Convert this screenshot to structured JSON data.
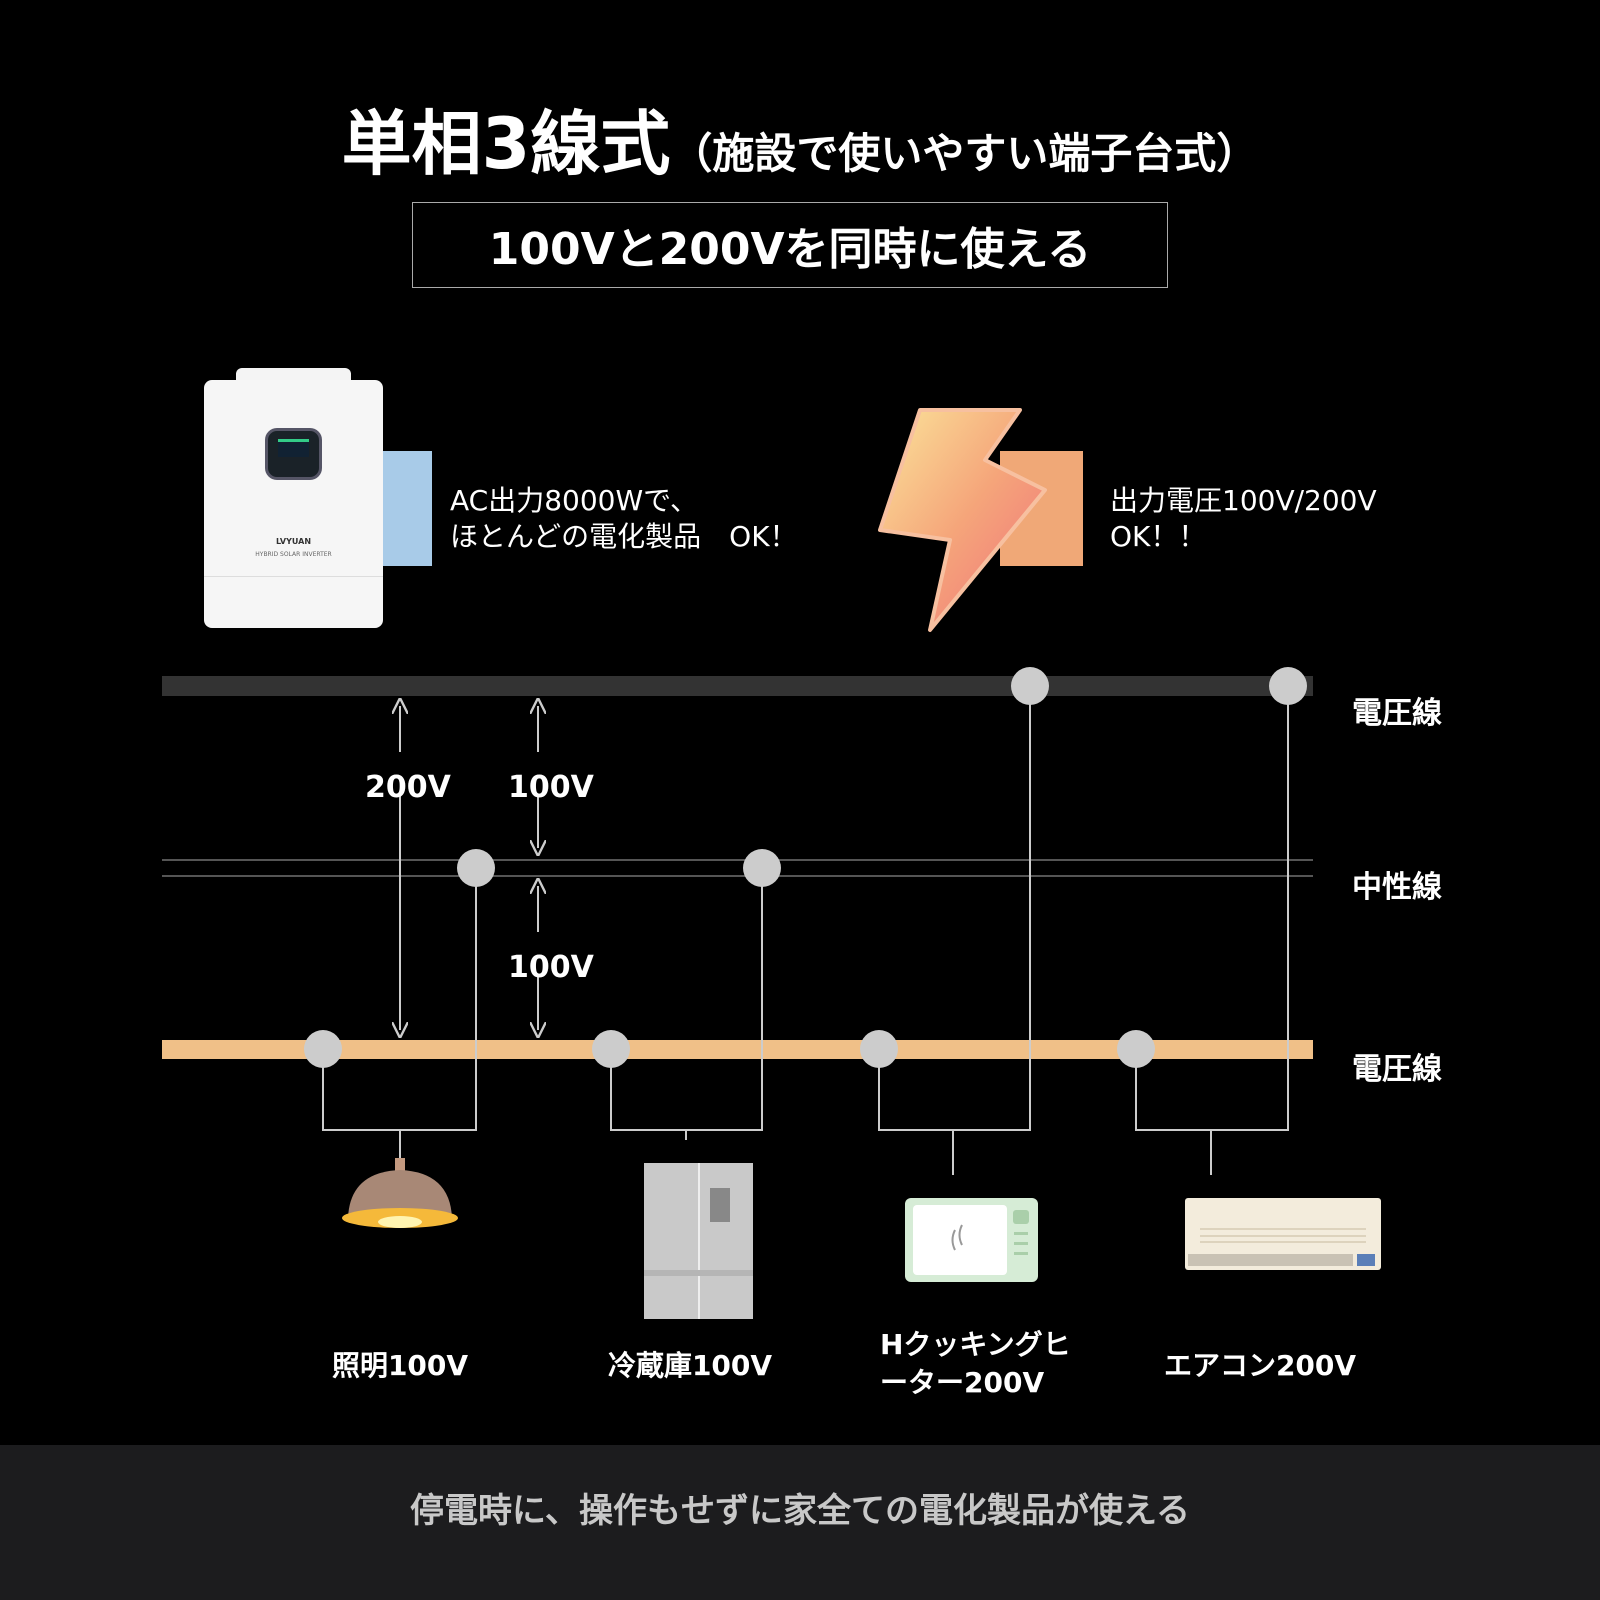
{
  "title": {
    "main": "単相3線式",
    "sub": "（施設で使いやすい端子台式）"
  },
  "subtitle": "100Vと200Vを同時に使える",
  "inverter": {
    "brand": "LVYUAN",
    "model_text": "HYBRID SOLAR INVERTER",
    "note": "AC出力8000Wで、\nほとんどの電化製品　OK！"
  },
  "voltage_note": "出力電圧100V/200V\nOK！！",
  "lines": {
    "top": "電圧線",
    "neutral": "中性線",
    "bottom": "電圧線"
  },
  "voltages": {
    "between_outer": "200V",
    "top_to_neutral": "100V",
    "neutral_to_bottom": "100V"
  },
  "appliances": [
    {
      "label": "照明100V",
      "icon": "lamp-icon"
    },
    {
      "label": "冷蔵庫100V",
      "icon": "refrigerator-icon"
    },
    {
      "label": "Hクッキングヒ\nーター200V",
      "icon": "cooking-heater-icon"
    },
    {
      "label": "エアコン200V",
      "icon": "air-conditioner-icon"
    }
  ],
  "colors": {
    "top_line": "#333333",
    "bottom_line": "#f0c088",
    "node": "#cccccc",
    "blue_box": "#a8cbe8",
    "orange_box": "#f0a877"
  },
  "footer": "停電時に、操作もせずに家全ての電化製品が使える"
}
